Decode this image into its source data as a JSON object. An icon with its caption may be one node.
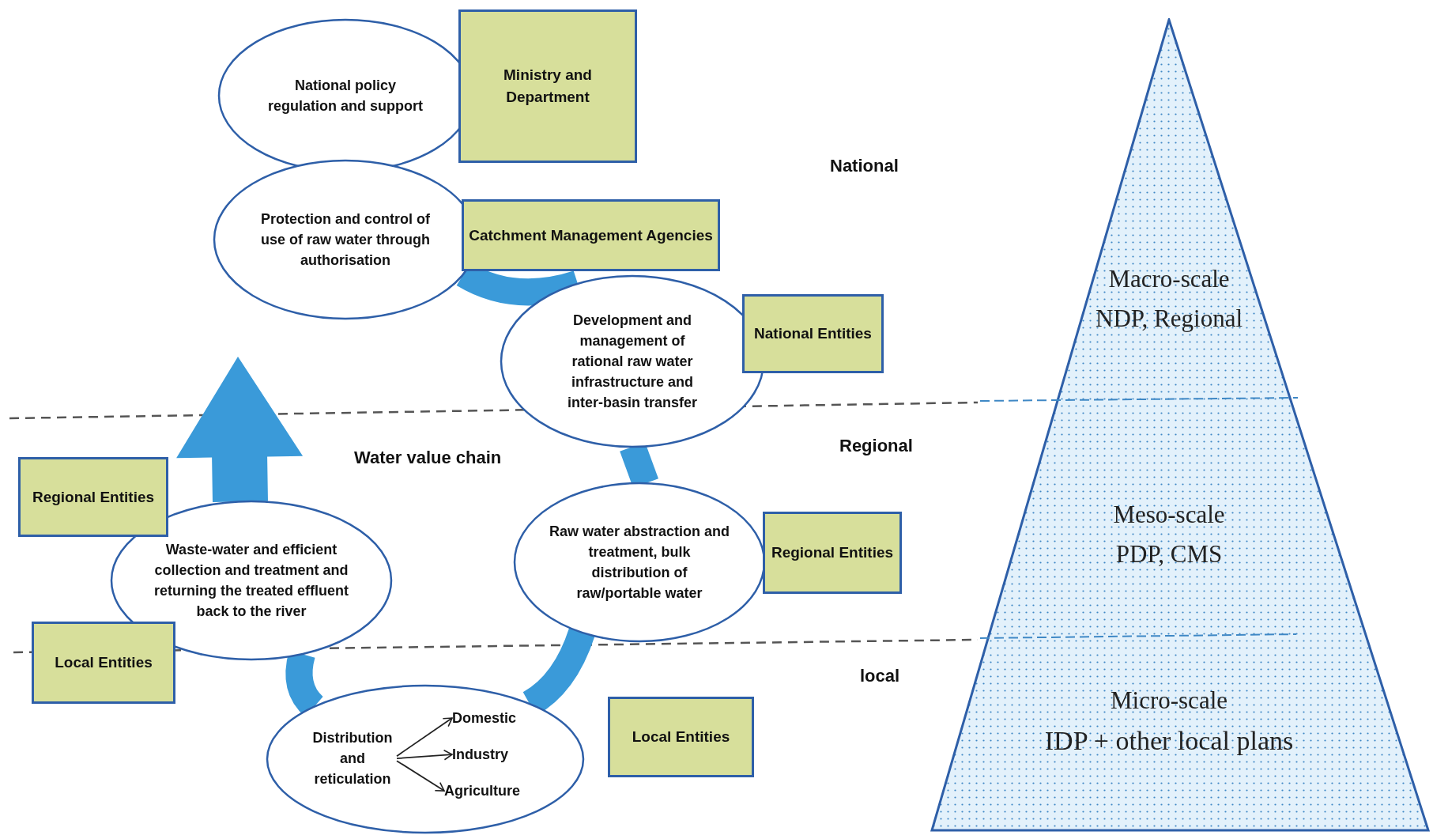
{
  "diagram": {
    "nodes": [
      {
        "text": [
          "National policy regulation and support"
        ]
      },
      {
        "text": [
          "Ministry and Department"
        ]
      },
      {
        "text": [
          "Protection and control of use of raw water through authorisation"
        ]
      },
      {
        "text": [
          "Catchment Management Agencies"
        ]
      },
      {
        "text": [
          "Development and management of rational raw water infrastructure and inter-basin transfer"
        ]
      },
      {
        "text": [
          "National Entities"
        ]
      },
      {
        "text": [
          "Raw water abstraction and treatment, bulk distribution of raw/portable water"
        ]
      },
      {
        "text": [
          "Regional Entities"
        ]
      },
      {
        "text": [],
        "shape": "ellipse"
      },
      {
        "text": [
          "Distribution and reticulation"
        ],
        "in": 8
      },
      {
        "text": [
          "Domestic"
        ],
        "in": 8
      },
      {
        "text": [
          "Industry"
        ],
        "in": 8
      },
      {
        "text": [
          "Agriculture"
        ],
        "in": 8
      },
      {
        "text": [
          "Local Entities"
        ]
      },
      {
        "text": [
          "Waste-water and efficient collection and treatment and returning the treated effluent back to the river"
        ]
      },
      {
        "text": [
          "Local Entities"
        ]
      },
      {
        "text": [
          "Regional Entities"
        ]
      },
      {
        "text": [
          "Macro-scale",
          "NDP, Regional",
          "Meso-scale",
          "PDP, CMS",
          "Micro-scale",
          "IDP + other  local plans"
        ]
      }
    ],
    "edges": [
      {
        "from": 2,
        "to": 4,
        "arrow": "none"
      },
      {
        "from": 4,
        "to": 6,
        "arrow": "none"
      },
      {
        "from": 6,
        "to": 8,
        "arrow": "none"
      },
      {
        "from": 8,
        "to": 14,
        "arrow": "none"
      },
      {
        "from": 14,
        "to": null,
        "arrow": "to"
      },
      {
        "from": 9,
        "to": 10,
        "arrow": "to",
        "color": "#222222"
      },
      {
        "from": 9,
        "to": 11,
        "arrow": "to",
        "color": "#222222"
      },
      {
        "from": 9,
        "to": 12,
        "arrow": "to",
        "color": "#222222"
      }
    ],
    "labels": [
      "National",
      "Water value chain",
      "Regional",
      "local"
    ]
  }
}
